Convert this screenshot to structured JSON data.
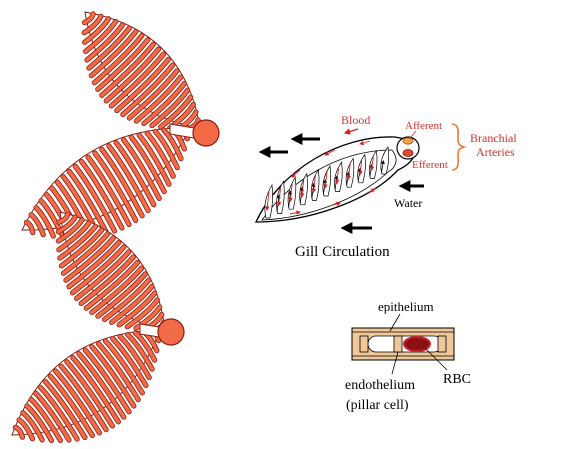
{
  "labels": {
    "blood": "Blood",
    "afferent": "Afferent",
    "efferent": "Efferent",
    "branchial_line1": "Branchial",
    "branchial_line2": "Arteries",
    "water": "Water",
    "gill_circulation": "Gill Circulation",
    "epithelium": "epithelium",
    "rbc": "RBC",
    "endothelium_line1": "endothelium",
    "endothelium_line2": "(pillar cell)"
  },
  "colors": {
    "filament_fill": "#f26b47",
    "filament_stroke": "#8c1c12",
    "outline": "#8c1c12",
    "artery_fill": "#f26b47",
    "blood_arrow": "#d81f1f",
    "label_red": "#d83030",
    "brace": "#e87a3a",
    "rbc_fill": "#8b0f14",
    "rbc_ring": "#c8232a",
    "lamella_fill": "#f0c89a",
    "black": "#000000"
  }
}
